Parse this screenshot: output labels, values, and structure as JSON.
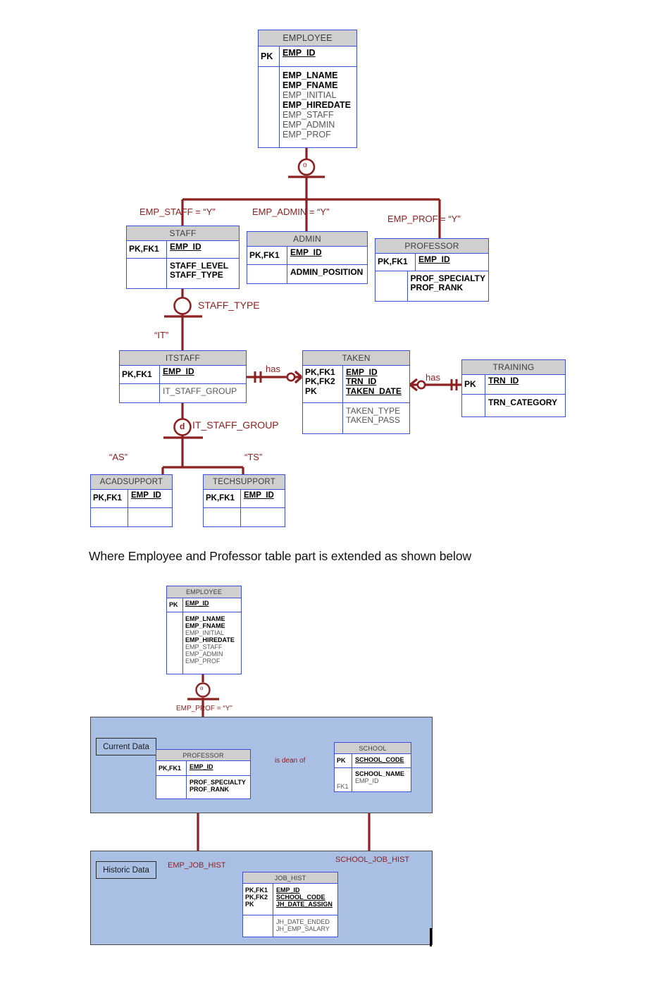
{
  "document": {
    "caption": "Where Employee and Professor table part is extended as shown below"
  },
  "diagram_top": {
    "entities": [
      {
        "id": "employee",
        "name": "EMPLOYEE",
        "key_rows": [
          "PK"
        ],
        "key_attrs": [
          "EMP_ID"
        ],
        "attrs": [
          "EMP_LNAME",
          "EMP_FNAME",
          "EMP_INITIAL",
          "EMP_HIREDATE",
          "EMP_STAFF",
          "EMP_ADMIN",
          "EMP_PROF"
        ]
      },
      {
        "id": "staff",
        "name": "STAFF",
        "key_rows": [
          "PK,FK1"
        ],
        "key_attrs": [
          "EMP_ID"
        ],
        "attrs": [
          "STAFF_LEVEL",
          "STAFF_TYPE"
        ]
      },
      {
        "id": "admin",
        "name": "ADMIN",
        "key_rows": [
          "PK,FK1"
        ],
        "key_attrs": [
          "EMP_ID"
        ],
        "attrs": [
          "ADMIN_POSITION"
        ]
      },
      {
        "id": "professor",
        "name": "PROFESSOR",
        "key_rows": [
          "PK,FK1"
        ],
        "key_attrs": [
          "EMP_ID"
        ],
        "attrs": [
          "PROF_SPECIALTY",
          "PROF_RANK"
        ]
      },
      {
        "id": "itstaff",
        "name": "ITSTAFF",
        "key_rows": [
          "PK,FK1"
        ],
        "key_attrs": [
          "EMP_ID"
        ],
        "attrs": [
          "IT_STAFF_GROUP"
        ]
      },
      {
        "id": "taken",
        "name": "TAKEN",
        "key_rows": [
          "PK,FK1",
          "PK,FK2",
          "PK"
        ],
        "key_attrs": [
          "EMP_ID",
          "TRN_ID",
          "TAKEN_DATE"
        ],
        "attrs": [
          "TAKEN_TYPE",
          "TAKEN_PASS"
        ]
      },
      {
        "id": "training",
        "name": "TRAINING",
        "key_rows": [
          "PK"
        ],
        "key_attrs": [
          "TRN_ID"
        ],
        "attrs": [
          "TRN_CATEGORY"
        ]
      },
      {
        "id": "acadsupport",
        "name": "ACADSUPPORT",
        "key_rows": [
          "PK,FK1"
        ],
        "key_attrs": [
          "EMP_ID"
        ],
        "attrs": []
      },
      {
        "id": "techsupport",
        "name": "TECHSUPPORT",
        "key_rows": [
          "PK,FK1"
        ],
        "key_attrs": [
          "EMP_ID"
        ],
        "attrs": []
      }
    ],
    "labels": {
      "emp_staff_cond": "EMP_STAFF = “Y”",
      "emp_admin_cond": "EMP_ADMIN = “Y”",
      "emp_prof_cond": "EMP_PROF = “Y”",
      "staff_type_disc": "STAFF_TYPE",
      "it_value": "“IT”",
      "it_staff_group_disc": "IT_STAFF_GROUP",
      "as_value": "“AS”",
      "ts_value": "“TS”",
      "has_itstaff_taken": "has",
      "has_taken_training": "has"
    },
    "subtype_symbols": {
      "employee": "o",
      "staff": "",
      "itstaff": "d"
    }
  },
  "diagram_bottom": {
    "entities": [
      {
        "id": "employee2",
        "name": "EMPLOYEE",
        "key_rows": [
          "PK"
        ],
        "key_attrs": [
          "EMP_ID"
        ],
        "attrs": [
          "EMP_LNAME",
          "EMP_FNAME",
          "EMP_INITIAL",
          "EMP_HIREDATE",
          "EMP_STAFF",
          "EMP_ADMIN",
          "EMP_PROF"
        ]
      },
      {
        "id": "professor2",
        "name": "PROFESSOR",
        "key_rows": [
          "PK,FK1"
        ],
        "key_attrs": [
          "EMP_ID"
        ],
        "attrs": [
          "PROF_SPECIALTY",
          "PROF_RANK"
        ]
      },
      {
        "id": "school",
        "name": "SCHOOL",
        "key_rows": [
          "PK"
        ],
        "key_attrs": [
          "SCHOOL_CODE"
        ],
        "attrs": [
          "SCHOOL_NAME",
          "EMP_ID"
        ],
        "second_key_row": "FK1"
      },
      {
        "id": "job_hist",
        "name": "JOB_HIST",
        "key_rows": [
          "PK,FK1",
          "PK,FK2",
          "PK"
        ],
        "key_attrs": [
          "EMP_ID",
          "SCHOOL_CODE",
          "JH_DATE_ASSIGN"
        ],
        "attrs": [
          "JH_DATE_ENDED",
          "JH_EMP_SALARY"
        ]
      }
    ],
    "panels": [
      {
        "id": "current",
        "label": "Current Data"
      },
      {
        "id": "historic",
        "label": "Historic Data"
      }
    ],
    "labels": {
      "emp_prof_cond": "EMP_PROF = “Y”",
      "is_dean_of": "is dean of",
      "emp_job_hist": "EMP_JOB_HIST",
      "school_job_hist": "SCHOOL_JOB_HIST"
    },
    "subtype_symbols": {
      "employee2": "o"
    }
  },
  "colors": {
    "relationship_line": "#8d2020",
    "entity_border": "#3a50d8",
    "header_fill": "#cfcfcf",
    "panel_fill": "#a9c0e4",
    "panel_border": "#4a4a4a",
    "text": "#000000"
  }
}
